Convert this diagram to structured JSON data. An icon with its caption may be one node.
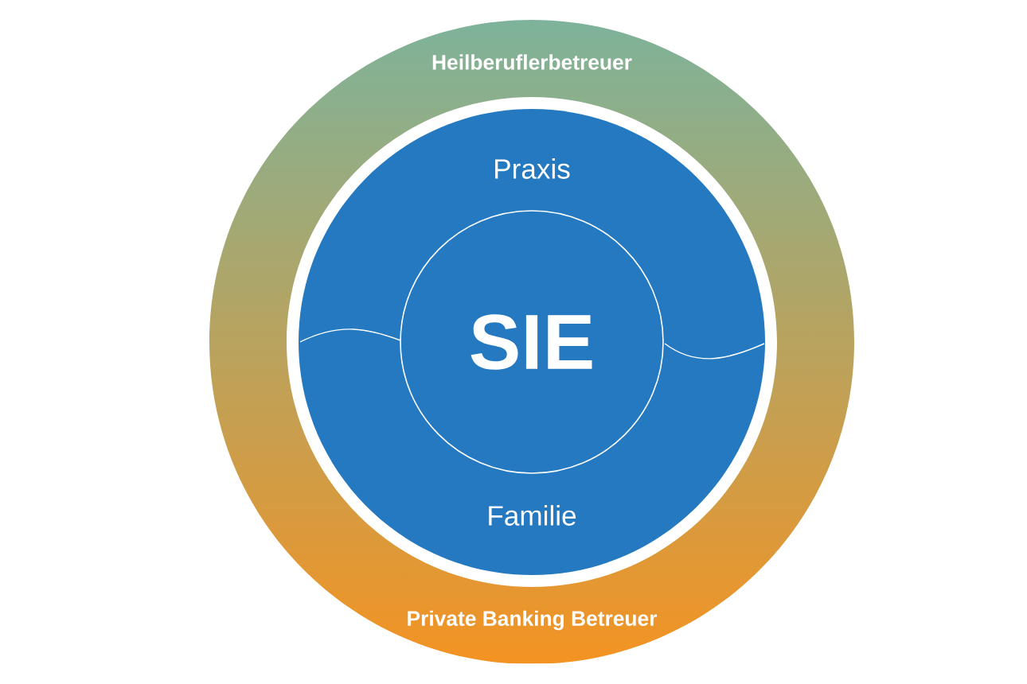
{
  "diagram": {
    "nodes": [
      {
        "text": [
          "Heilberuflerbetreuer",
          "Private Banking Betreuer"
        ]
      },
      {
        "text": [
          "Praxis",
          "Familie"
        ]
      },
      {
        "text": [
          "SIE"
        ],
        "in": 1
      }
    ]
  }
}
